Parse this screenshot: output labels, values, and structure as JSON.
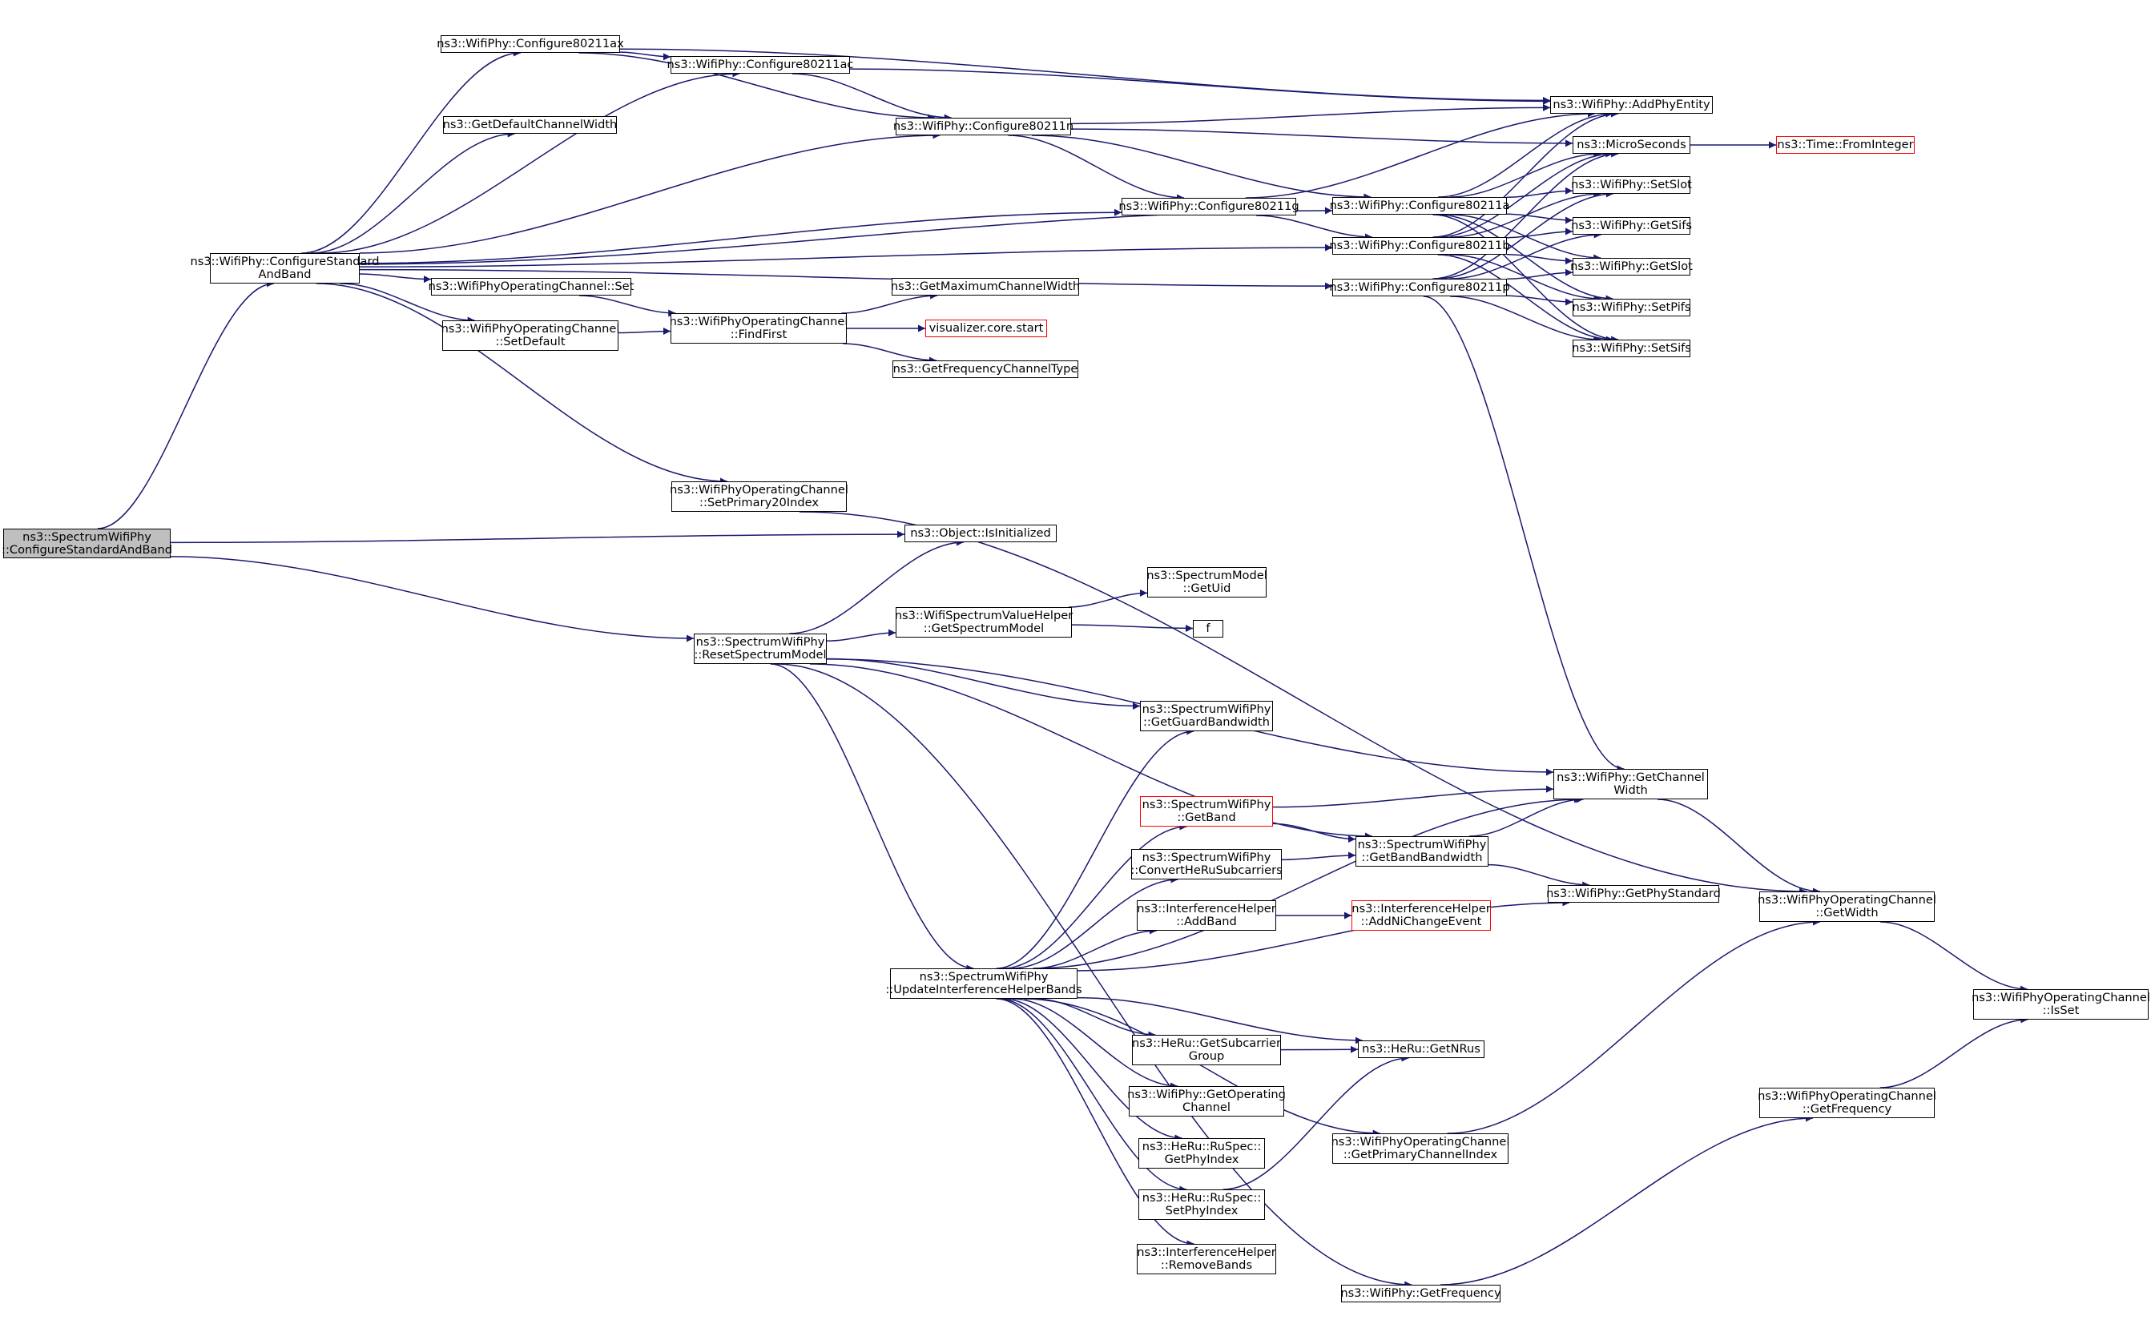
{
  "colors": {
    "edge": "#191970",
    "node_border": "#000000",
    "node_border_incomplete": "#ff0000",
    "root_fill": "#bfbfbf"
  },
  "nodes": {
    "root": [
      "ns3::SpectrumWifiPhy",
      "::ConfigureStandardAndBand"
    ],
    "wifiphy_configure_standard": [
      "ns3::WifiPhy::ConfigureStandard",
      "AndBand"
    ],
    "configure_80211ax": [
      "ns3::WifiPhy::Configure80211ax"
    ],
    "configure_80211ac": [
      "ns3::WifiPhy::Configure80211ac"
    ],
    "get_default_channel_width": [
      "ns3::GetDefaultChannelWidth"
    ],
    "configure_80211n": [
      "ns3::WifiPhy::Configure80211n"
    ],
    "add_phy_entity": [
      "ns3::WifiPhy::AddPhyEntity"
    ],
    "micro_seconds": [
      "ns3::MicroSeconds"
    ],
    "time_from_integer": [
      "ns3::Time::FromInteger"
    ],
    "configure_80211g": [
      "ns3::WifiPhy::Configure80211g"
    ],
    "configure_80211a": [
      "ns3::WifiPhy::Configure80211a"
    ],
    "configure_80211b": [
      "ns3::WifiPhy::Configure80211b"
    ],
    "configure_80211p": [
      "ns3::WifiPhy::Configure80211p"
    ],
    "set_slot": [
      "ns3::WifiPhy::SetSlot"
    ],
    "get_sifs": [
      "ns3::WifiPhy::GetSifs"
    ],
    "get_slot": [
      "ns3::WifiPhy::GetSlot"
    ],
    "set_pifs": [
      "ns3::WifiPhy::SetPifs"
    ],
    "set_sifs": [
      "ns3::WifiPhy::SetSifs"
    ],
    "operating_channel_set": [
      "ns3::WifiPhyOperatingChannel::Set"
    ],
    "operating_channel_set_default": [
      "ns3::WifiPhyOperatingChannel",
      "::SetDefault"
    ],
    "operating_channel_find_first": [
      "ns3::WifiPhyOperatingChannel",
      "::FindFirst"
    ],
    "get_maximum_channel_width": [
      "ns3::GetMaximumChannelWidth"
    ],
    "visualizer_core_start": [
      "visualizer.core.start"
    ],
    "get_frequency_channel_type": [
      "ns3::GetFrequencyChannelType"
    ],
    "operating_channel_set_primary20": [
      "ns3::WifiPhyOperatingChannel",
      "::SetPrimary20Index"
    ],
    "object_is_initialized": [
      "ns3::Object::IsInitialized"
    ],
    "spectrum_model_get_uid": [
      "ns3::SpectrumModel",
      "::GetUid"
    ],
    "wifi_spectrum_value_helper_get_model": [
      "ns3::WifiSpectrumValueHelper",
      "::GetSpectrumModel"
    ],
    "f": [
      "f"
    ],
    "reset_spectrum_model": [
      "ns3::SpectrumWifiPhy",
      "::ResetSpectrumModel"
    ],
    "get_guard_bandwidth": [
      "ns3::SpectrumWifiPhy",
      "::GetGuardBandwidth"
    ],
    "get_channel_width": [
      "ns3::WifiPhy::GetChannel",
      "Width"
    ],
    "get_band": [
      "ns3::SpectrumWifiPhy",
      "::GetBand"
    ],
    "get_band_bandwidth": [
      "ns3::SpectrumWifiPhy",
      "::GetBandBandwidth"
    ],
    "convert_he_ru_subcarriers": [
      "ns3::SpectrumWifiPhy",
      "::ConvertHeRuSubcarriers"
    ],
    "get_phy_standard": [
      "ns3::WifiPhy::GetPhyStandard"
    ],
    "operating_channel_get_width": [
      "ns3::WifiPhyOperatingChannel",
      "::GetWidth"
    ],
    "interference_add_band": [
      "ns3::InterferenceHelper",
      "::AddBand"
    ],
    "interference_add_ni_change_event": [
      "ns3::InterferenceHelper",
      "::AddNiChangeEvent"
    ],
    "update_interference_helper_bands": [
      "ns3::SpectrumWifiPhy",
      "::UpdateInterferenceHelperBands"
    ],
    "operating_channel_is_set": [
      "ns3::WifiPhyOperatingChannel",
      "::IsSet"
    ],
    "he_ru_get_subcarrier_group": [
      "ns3::HeRu::GetSubcarrier",
      "Group"
    ],
    "he_ru_get_nrus": [
      "ns3::HeRu::GetNRus"
    ],
    "get_operating_channel": [
      "ns3::WifiPhy::GetOperating",
      "Channel"
    ],
    "operating_channel_get_frequency": [
      "ns3::WifiPhyOperatingChannel",
      "::GetFrequency"
    ],
    "get_primary_channel_index": [
      "ns3::WifiPhyOperatingChannel",
      "::GetPrimaryChannelIndex"
    ],
    "he_ru_spec_get_phy_index": [
      "ns3::HeRu::RuSpec::",
      "GetPhyIndex"
    ],
    "he_ru_spec_set_phy_index": [
      "ns3::HeRu::RuSpec::",
      "SetPhyIndex"
    ],
    "interference_remove_bands": [
      "ns3::InterferenceHelper",
      "::RemoveBands"
    ],
    "wifiphy_get_frequency": [
      "ns3::WifiPhy::GetFrequency"
    ]
  },
  "edges": [
    [
      "root",
      "wifiphy_configure_standard"
    ],
    [
      "root",
      "object_is_initialized"
    ],
    [
      "root",
      "reset_spectrum_model"
    ],
    [
      "wifiphy_configure_standard",
      "configure_80211ax"
    ],
    [
      "wifiphy_configure_standard",
      "configure_80211ac"
    ],
    [
      "wifiphy_configure_standard",
      "get_default_channel_width"
    ],
    [
      "wifiphy_configure_standard",
      "configure_80211n"
    ],
    [
      "wifiphy_configure_standard",
      "configure_80211g"
    ],
    [
      "wifiphy_configure_standard",
      "configure_80211a"
    ],
    [
      "wifiphy_configure_standard",
      "configure_80211b"
    ],
    [
      "wifiphy_configure_standard",
      "configure_80211p"
    ],
    [
      "wifiphy_configure_standard",
      "operating_channel_set"
    ],
    [
      "wifiphy_configure_standard",
      "operating_channel_set_default"
    ],
    [
      "wifiphy_configure_standard",
      "operating_channel_set_primary20"
    ],
    [
      "configure_80211ax",
      "configure_80211ac"
    ],
    [
      "configure_80211ax",
      "add_phy_entity"
    ],
    [
      "configure_80211ax",
      "configure_80211n"
    ],
    [
      "configure_80211ac",
      "add_phy_entity"
    ],
    [
      "configure_80211ac",
      "configure_80211n"
    ],
    [
      "configure_80211n",
      "add_phy_entity"
    ],
    [
      "configure_80211n",
      "micro_seconds"
    ],
    [
      "configure_80211n",
      "configure_80211g"
    ],
    [
      "configure_80211n",
      "configure_80211a"
    ],
    [
      "configure_80211g",
      "add_phy_entity"
    ],
    [
      "configure_80211g",
      "configure_80211b"
    ],
    [
      "micro_seconds",
      "time_from_integer"
    ],
    [
      "configure_80211a",
      "add_phy_entity"
    ],
    [
      "configure_80211a",
      "micro_seconds"
    ],
    [
      "configure_80211a",
      "set_slot"
    ],
    [
      "configure_80211a",
      "get_sifs"
    ],
    [
      "configure_80211a",
      "get_slot"
    ],
    [
      "configure_80211a",
      "set_pifs"
    ],
    [
      "configure_80211a",
      "set_sifs"
    ],
    [
      "configure_80211b",
      "add_phy_entity"
    ],
    [
      "configure_80211b",
      "micro_seconds"
    ],
    [
      "configure_80211b",
      "set_slot"
    ],
    [
      "configure_80211b",
      "get_sifs"
    ],
    [
      "configure_80211b",
      "get_slot"
    ],
    [
      "configure_80211b",
      "set_pifs"
    ],
    [
      "configure_80211b",
      "set_sifs"
    ],
    [
      "configure_80211p",
      "micro_seconds"
    ],
    [
      "configure_80211p",
      "set_slot"
    ],
    [
      "configure_80211p",
      "get_sifs"
    ],
    [
      "configure_80211p",
      "get_slot"
    ],
    [
      "configure_80211p",
      "set_pifs"
    ],
    [
      "configure_80211p",
      "set_sifs"
    ],
    [
      "configure_80211p",
      "get_channel_width"
    ],
    [
      "operating_channel_set",
      "operating_channel_find_first"
    ],
    [
      "operating_channel_set_default",
      "operating_channel_find_first"
    ],
    [
      "operating_channel_find_first",
      "get_maximum_channel_width"
    ],
    [
      "operating_channel_find_first",
      "visualizer_core_start"
    ],
    [
      "operating_channel_find_first",
      "get_frequency_channel_type"
    ],
    [
      "operating_channel_set_primary20",
      "operating_channel_get_width"
    ],
    [
      "reset_spectrum_model",
      "object_is_initialized"
    ],
    [
      "reset_spectrum_model",
      "get_channel_width"
    ],
    [
      "reset_spectrum_model",
      "wifi_spectrum_value_helper_get_model"
    ],
    [
      "reset_spectrum_model",
      "get_guard_bandwidth"
    ],
    [
      "reset_spectrum_model",
      "get_band_bandwidth"
    ],
    [
      "reset_spectrum_model",
      "update_interference_helper_bands"
    ],
    [
      "reset_spectrum_model",
      "wifiphy_get_frequency"
    ],
    [
      "wifi_spectrum_value_helper_get_model",
      "spectrum_model_get_uid"
    ],
    [
      "wifi_spectrum_value_helper_get_model",
      "f"
    ],
    [
      "get_band",
      "get_channel_width"
    ],
    [
      "get_band",
      "get_band_bandwidth"
    ],
    [
      "convert_he_ru_subcarriers",
      "get_band_bandwidth"
    ],
    [
      "get_band_bandwidth",
      "get_channel_width"
    ],
    [
      "get_band_bandwidth",
      "get_phy_standard"
    ],
    [
      "get_channel_width",
      "operating_channel_get_width"
    ],
    [
      "interference_add_band",
      "interference_add_ni_change_event"
    ],
    [
      "operating_channel_get_width",
      "operating_channel_is_set"
    ],
    [
      "operating_channel_get_frequency",
      "operating_channel_is_set"
    ],
    [
      "update_interference_helper_bands",
      "get_guard_bandwidth"
    ],
    [
      "update_interference_helper_bands",
      "get_channel_width"
    ],
    [
      "update_interference_helper_bands",
      "get_band"
    ],
    [
      "update_interference_helper_bands",
      "convert_he_ru_subcarriers"
    ],
    [
      "update_interference_helper_bands",
      "interference_add_band"
    ],
    [
      "update_interference_helper_bands",
      "get_phy_standard"
    ],
    [
      "update_interference_helper_bands",
      "he_ru_get_subcarrier_group"
    ],
    [
      "update_interference_helper_bands",
      "he_ru_get_nrus"
    ],
    [
      "update_interference_helper_bands",
      "get_operating_channel"
    ],
    [
      "update_interference_helper_bands",
      "he_ru_spec_get_phy_index"
    ],
    [
      "update_interference_helper_bands",
      "he_ru_spec_set_phy_index"
    ],
    [
      "update_interference_helper_bands",
      "interference_remove_bands"
    ],
    [
      "update_interference_helper_bands",
      "get_primary_channel_index"
    ],
    [
      "he_ru_get_subcarrier_group",
      "he_ru_get_nrus"
    ],
    [
      "he_ru_spec_set_phy_index",
      "he_ru_get_nrus"
    ],
    [
      "get_primary_channel_index",
      "operating_channel_get_width"
    ],
    [
      "wifiphy_get_frequency",
      "operating_channel_get_frequency"
    ]
  ]
}
